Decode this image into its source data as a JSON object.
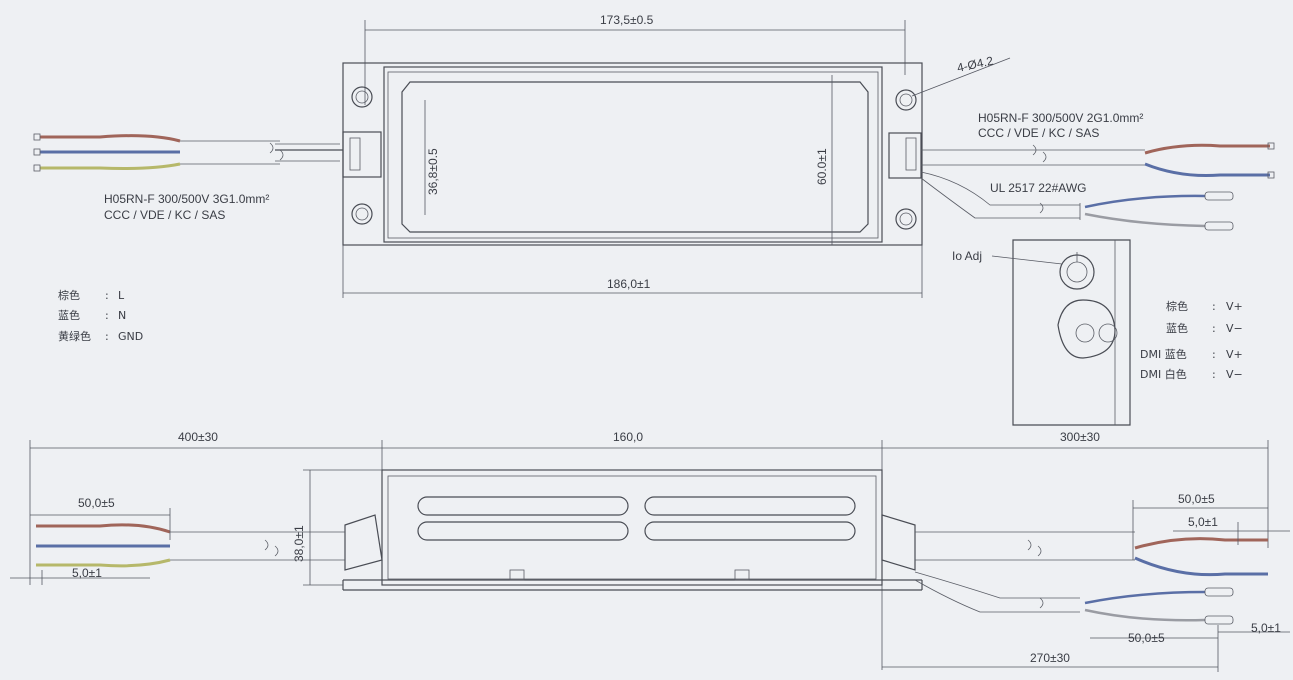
{
  "top_view": {
    "dim_width_inner": "173,5±0.5",
    "dim_width_outer": "186,0±1",
    "dim_height_inner": "36,8±0.5",
    "dim_height_outer": "60.0±1",
    "holes": "4-Ø4.2"
  },
  "input_cable": {
    "spec": "H05RN-F  300/500V  3G1.0mm²",
    "cert": "CCC / VDE / KC / SAS"
  },
  "output_cable": {
    "spec": "H05RN-F  300/500V  2G1.0mm²",
    "cert": "CCC / VDE / KC / SAS",
    "dim_cable": "UL 2517  22#AWG"
  },
  "adjust": {
    "label": "Io Adj"
  },
  "input_legend": [
    {
      "color": "棕色",
      "sep": ":",
      "value": "L"
    },
    {
      "color": "蓝色",
      "sep": ":",
      "value": "N"
    },
    {
      "color": "黄绿色",
      "sep": ":",
      "value": "GND"
    }
  ],
  "output_legend": [
    {
      "color": "棕色",
      "sep": ":",
      "value": "V+"
    },
    {
      "color": "蓝色",
      "sep": ":",
      "value": "V−"
    },
    {
      "color": "DMI 蓝色",
      "sep": ":",
      "value": "V+"
    },
    {
      "color": "DMI 白色",
      "sep": ":",
      "value": "V−"
    }
  ],
  "side_view": {
    "input_length": "400±30",
    "body_length": "160,0",
    "output_length": "300±30",
    "height": "38,0±1",
    "input_strip": "50,0±5",
    "input_tip": "5,0±1",
    "output_strip": "50,0±5",
    "output_tip": "5,0±1",
    "dim_strip": "50,0±5",
    "dim_tip": "5,0±1",
    "dim_length": "270±30"
  },
  "colors": {
    "brown": "#a0655a",
    "blue": "#5a6fa6",
    "yellow_green": "#b6b86a",
    "paper": "#eef0f3"
  }
}
